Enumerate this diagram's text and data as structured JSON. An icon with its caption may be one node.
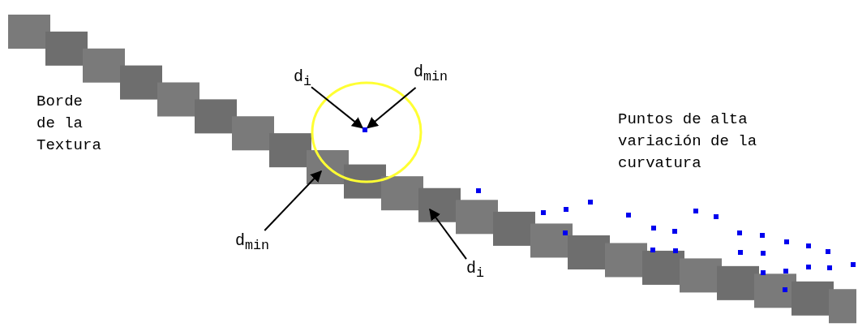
{
  "diagram": {
    "nodes": [
      {
        "text": [
          "d$_{i}$"
        ]
      },
      {
        "text": [
          "d$_{min}$"
        ]
      },
      {
        "text": [],
        "shape": "box"
      },
      {
        "text": [
          "d$_{min}$"
        ]
      },
      {
        "text": [
          "d$_{i}$"
        ]
      }
    ],
    "edges": [
      {
        "from": 0,
        "to": 2,
        "arrow": "to"
      },
      {
        "from": 1,
        "to": 2,
        "arrow": "to"
      },
      {
        "from": 3,
        "to": null,
        "arrow": "to"
      },
      {
        "from": 4,
        "to": null,
        "arrow": "to"
      }
    ],
    "labels": [
      "Borde de la Textura",
      "Puntos de alta variación de la curvatura"
    ]
  }
}
